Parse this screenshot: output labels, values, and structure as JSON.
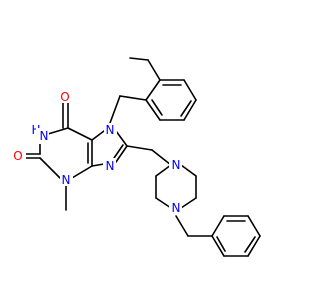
{
  "molecule": {
    "colors": {
      "bond": "#000000",
      "oxygen": "#ff0000",
      "nitrogen": "#0000ff",
      "carbon": "#000000",
      "background": "#ffffff"
    },
    "atoms": {
      "o_top": "O",
      "o_left": "O",
      "n1_h": "N",
      "h_n1": "H",
      "n3": "N",
      "n7": "N",
      "n9": "N",
      "pip_n1": "N",
      "pip_n4": "N"
    }
  }
}
